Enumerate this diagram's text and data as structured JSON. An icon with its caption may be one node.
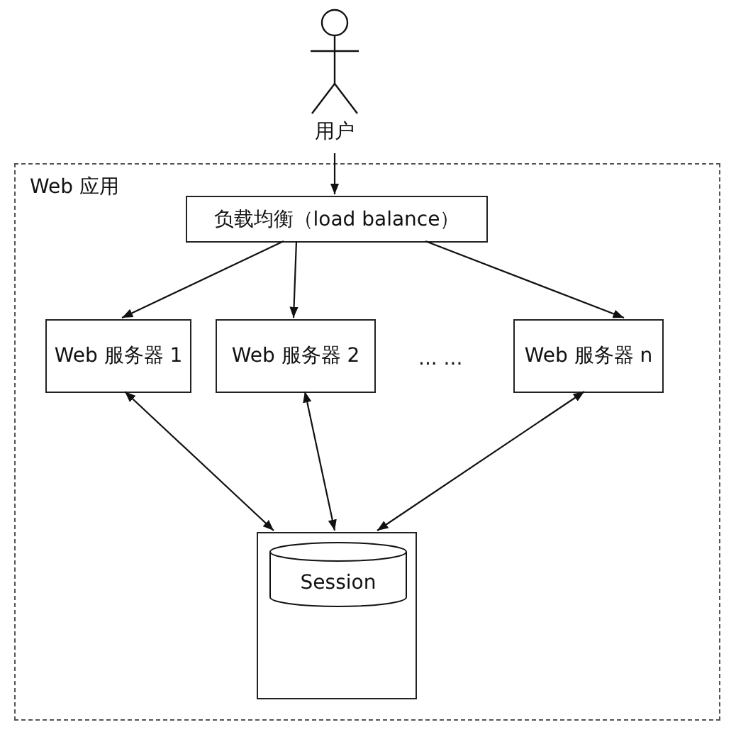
{
  "diagram": {
    "nodes": [
      {
        "text": [
          "用户"
        ]
      },
      {
        "text": [
          "Web 应用"
        ]
      },
      {
        "text": [
          "负载均衡（load balance）"
        ],
        "in": 1
      },
      {
        "text": [
          "Web 服务器 1"
        ],
        "in": 1
      },
      {
        "text": [
          "Web 服务器 2"
        ],
        "in": 1
      },
      {
        "text": [
          "Web 服务器 n"
        ],
        "in": 1
      },
      {
        "text": [],
        "shape": "box",
        "in": 1
      },
      {
        "text": [
          "Session"
        ],
        "in": 6
      }
    ],
    "edges": [
      {
        "from": 0,
        "to": 2,
        "arrow": "to"
      },
      {
        "from": 2,
        "to": 3,
        "arrow": "to"
      },
      {
        "from": 2,
        "to": 4,
        "arrow": "to"
      },
      {
        "from": 2,
        "to": 5,
        "arrow": "to"
      },
      {
        "from": 3,
        "to": 6,
        "arrow": "both"
      },
      {
        "from": 4,
        "to": 6,
        "arrow": "both"
      },
      {
        "from": 5,
        "to": 6,
        "arrow": "both"
      }
    ],
    "labels": [
      "... ..."
    ]
  }
}
